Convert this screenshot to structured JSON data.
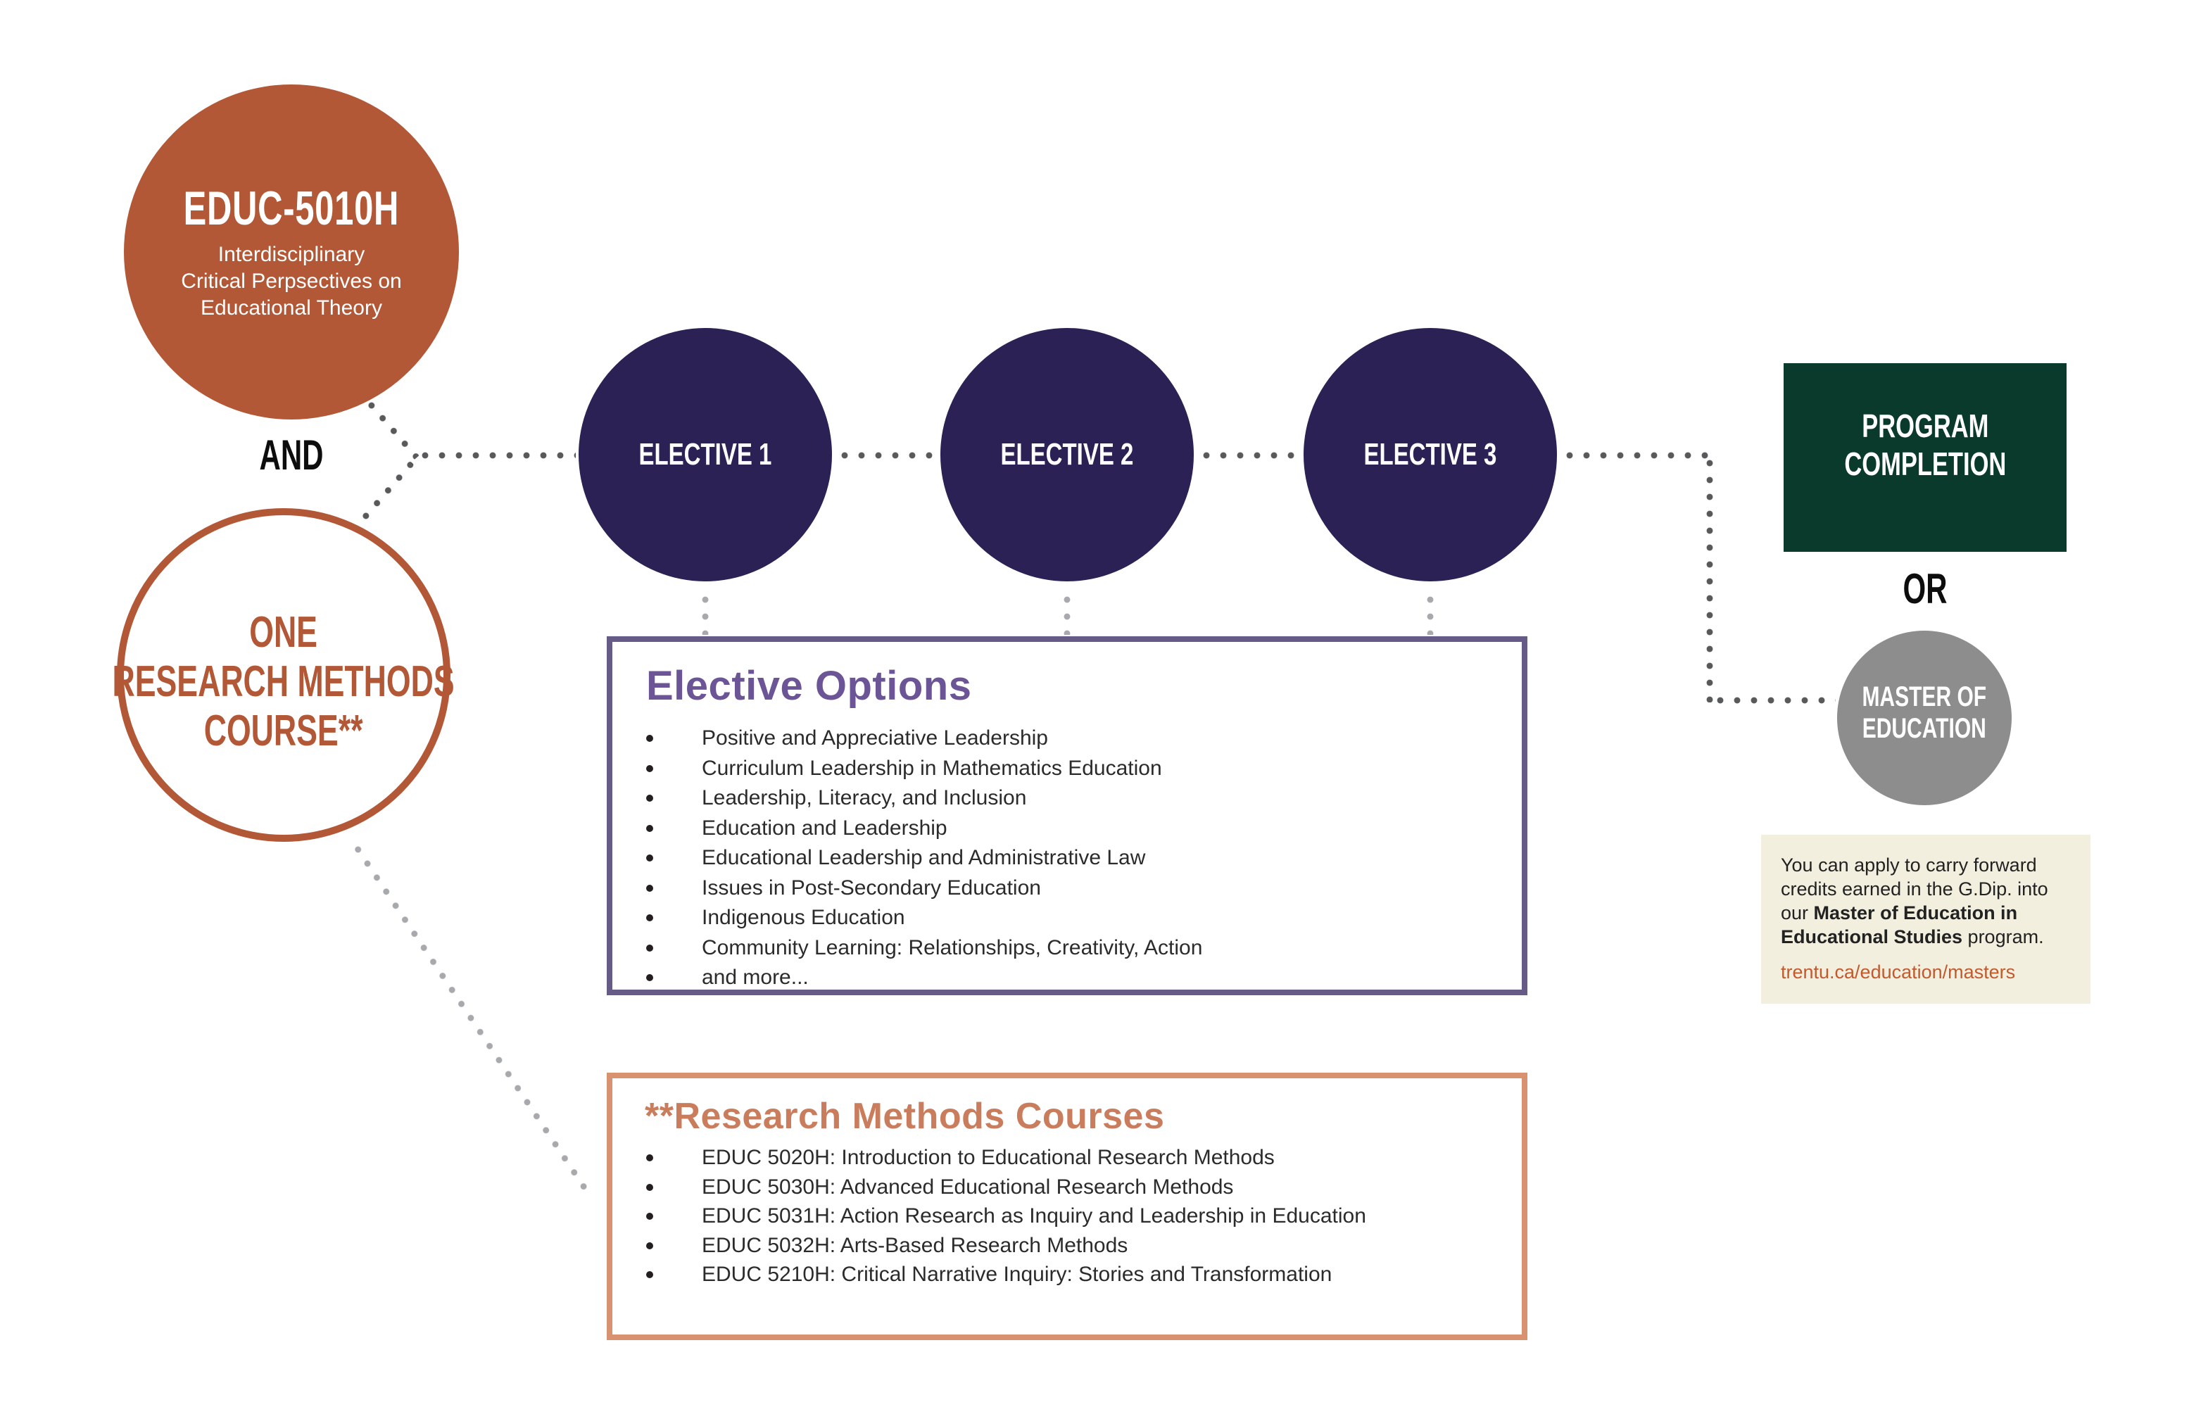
{
  "core_course": {
    "code": "EDUC-5010H",
    "lines": [
      "Interdisciplinary",
      "Critical Perpsectives on",
      "Educational Theory"
    ]
  },
  "connector_and": "AND",
  "research_requirement": {
    "lines": [
      "ONE",
      "RESEARCH METHODS",
      "COURSE**"
    ]
  },
  "electives": {
    "labels": [
      "ELECTIVE 1",
      "ELECTIVE 2",
      "ELECTIVE 3"
    ]
  },
  "program_completion": {
    "lines": [
      "PROGRAM",
      "COMPLETION"
    ]
  },
  "connector_or": "OR",
  "master_of_education": {
    "lines": [
      "MASTER OF",
      "EDUCATION"
    ]
  },
  "note": {
    "prefix": "You can apply to carry forward credits earned in the G.Dip. into our ",
    "bold": "Master of Education in Educational Studies",
    "suffix": " program.",
    "link": "trentu.ca/education/masters"
  },
  "elective_options": {
    "title": "Elective Options",
    "items": [
      "Positive and Appreciative Leadership",
      "Curriculum Leadership in Mathematics Education",
      "Leadership, Literacy, and Inclusion",
      "Education and Leadership",
      "Educational Leadership and Administrative Law",
      "Issues in Post-Secondary Education",
      "Indigenous Education",
      "Community Learning: Relationships, Creativity, Action",
      "and more..."
    ]
  },
  "research_methods": {
    "title": "**Research Methods Courses",
    "items": [
      "EDUC 5020H: Introduction to Educational Research Methods",
      "EDUC 5030H: Advanced Educational Research Methods",
      "EDUC 5031H: Action Research as Inquiry and Leadership in Education",
      "EDUC 5032H: Arts-Based Research Methods",
      "EDUC 5210H: Critical Narrative Inquiry: Stories and Transformation"
    ]
  },
  "colors": {
    "rust": "#B25836",
    "indigo": "#2B2155",
    "green": "#0A3A2B",
    "gray": "#8E8D8E",
    "beige": "#F2EFDE",
    "purple_border": "#665A87",
    "purple_title": "#6C5596",
    "salmon_border": "#D9926F",
    "salmon_title": "#CA7D5D",
    "link": "#C25A2D",
    "dot_dark": "#58595B",
    "dot_light": "#A7A9AC"
  }
}
